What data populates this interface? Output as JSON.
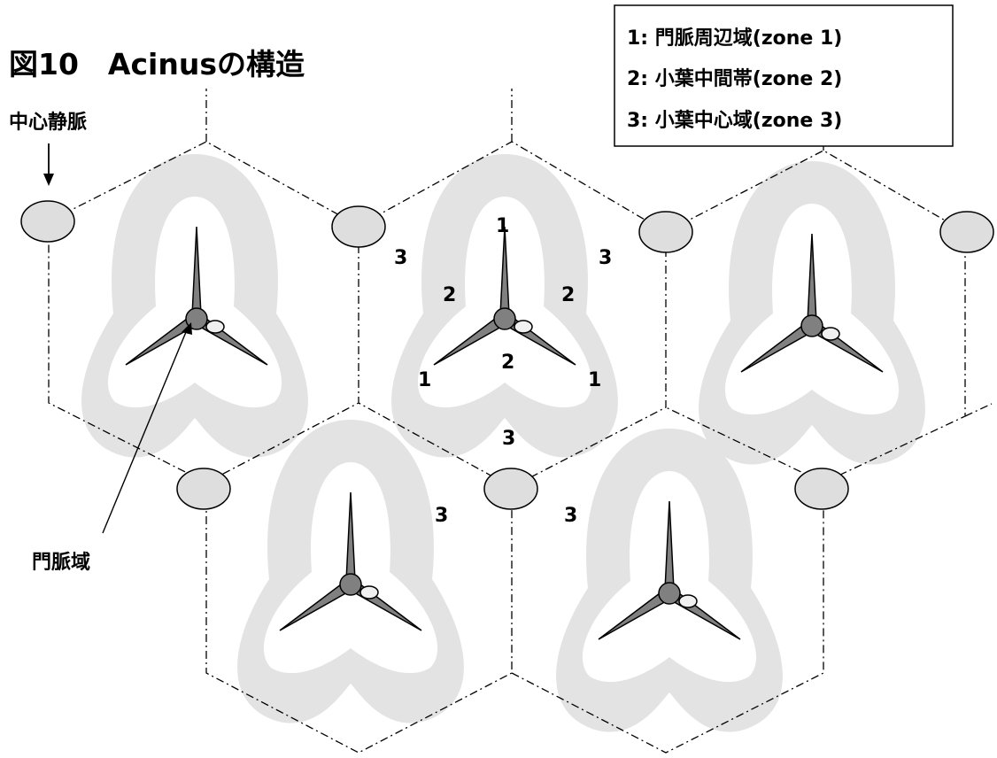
{
  "title": "図10　Acinusの構造",
  "annotations": {
    "central_vein": "中心静脈",
    "portal_area": "門脈域"
  },
  "legend": {
    "items": [
      "1:  門脈周辺域(zone 1)",
      "2:  小葉中間帯(zone 2)",
      "3:  小葉中心域(zone 3)"
    ]
  },
  "zone_labels": {
    "z1": "1",
    "z2": "2",
    "z3": "3"
  },
  "colors": {
    "outer_zone": "#e3e3e3",
    "inner_zone": "#ffffff",
    "vessel_dark": "#808080",
    "vessel_light": "#f0f0f0",
    "central_vein": "#dedede",
    "line": "#000000"
  }
}
